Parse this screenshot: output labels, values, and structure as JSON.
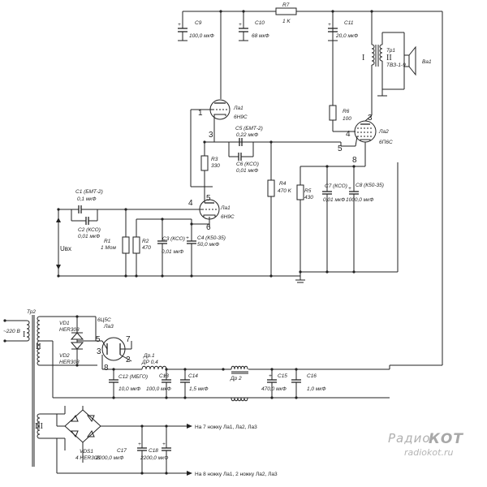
{
  "components": {
    "R7": {
      "ref": "R7",
      "value": "1 K"
    },
    "C9": {
      "ref": "C9",
      "value": "100,0 мкФ"
    },
    "C10": {
      "ref": "C10",
      "value": "68 мкФ"
    },
    "C11": {
      "ref": "C11",
      "value": "20,0 мкФ"
    },
    "Tr1": {
      "ref": "Тр1",
      "value": "ТВЗ-1-9"
    },
    "BA1": {
      "ref": "Ва1"
    },
    "L1a": {
      "ref": "Ла1",
      "value": "6Н9С"
    },
    "L1b": {
      "ref": "Ла1",
      "value": "6Н9С"
    },
    "L2": {
      "ref": "Ла2",
      "value": "6П6С"
    },
    "L3": {
      "ref": "6Ц5С",
      "value": "Ла3"
    },
    "R6": {
      "ref": "R6",
      "value": "100"
    },
    "R3": {
      "ref": "R3",
      "value": "330"
    },
    "C5": {
      "ref": "C5 (БМТ-2)",
      "value": "0,22 мкФ"
    },
    "C6": {
      "ref": "C6 (КСО)",
      "value": "0,01 мкФ"
    },
    "C1": {
      "ref": "C1 (БМТ-2)",
      "value": "0,1 мкФ"
    },
    "C2": {
      "ref": "C2 (КСО)",
      "value": "0,01 мкФ"
    },
    "R1": {
      "ref": "R1",
      "value": "1 Мом"
    },
    "R2": {
      "ref": "R2",
      "value": "470"
    },
    "C3": {
      "ref": "C3 (КСО)",
      "value": "0,01 мкФ"
    },
    "C4": {
      "ref": "C4 (К50-35)",
      "value": "50,0 мкФ"
    },
    "R4": {
      "ref": "R4",
      "value": "470 K"
    },
    "R5": {
      "ref": "R5",
      "value": "430"
    },
    "C7": {
      "ref": "C7 (КСО)",
      "value": "0,01 мкФ"
    },
    "C8": {
      "ref": "C8 (К50-35)",
      "value": "1000,0 мкФ"
    },
    "Tr2": {
      "ref": "Тр2"
    },
    "VD1": {
      "ref": "VD1",
      "value": "HER308"
    },
    "VD2": {
      "ref": "VD2",
      "value": "HER308"
    },
    "Dr1": {
      "ref": "Др.1",
      "value": "ДР 0,4"
    },
    "Dr2": {
      "ref": "Др 2"
    },
    "C12": {
      "ref": "C12 (МБГО)",
      "value": "10,0 мкФ"
    },
    "C13": {
      "ref": "C13",
      "value": "100,0 мкФ"
    },
    "C14": {
      "ref": "C14",
      "value": "1,5 мкФ"
    },
    "C15": {
      "ref": "C15",
      "value": "470,0 мкФ"
    },
    "C16": {
      "ref": "C16",
      "value": "1,0 мкФ"
    },
    "VDS1": {
      "ref": "VDS1",
      "value": "4 HER308"
    },
    "C17": {
      "ref": "C17",
      "value": "2200,0 мкФ"
    },
    "C18": {
      "ref": "C18",
      "value": "2200,0 мкФ"
    }
  },
  "labels": {
    "input": "Uвх",
    "mains": "~220 В",
    "heater_pin7": "На 7 ножку Ла1, Ла2, Ла3",
    "heater_pin8": "На 8 ножку Ла1, 2 ножку Ла2, Ла3",
    "winding_I": "I",
    "winding_II": "II",
    "tr2_I": "I",
    "tr2_II": "II",
    "tr2_III": "III"
  },
  "pins": {
    "l1a_1": "1",
    "l1a_3": "3",
    "l1b_4": "4",
    "l1b_5": "5",
    "l1b_6": "6",
    "l2_3": "3",
    "l2_4": "4",
    "l2_5": "5",
    "l2_8": "8",
    "l3_5": "5",
    "l3_7": "7",
    "l3_3": "3",
    "l3_2": "2",
    "l3_8": "8"
  },
  "watermark": {
    "line1": "Радио",
    "line2": "КОТ",
    "line3": "radiokot.ru"
  }
}
